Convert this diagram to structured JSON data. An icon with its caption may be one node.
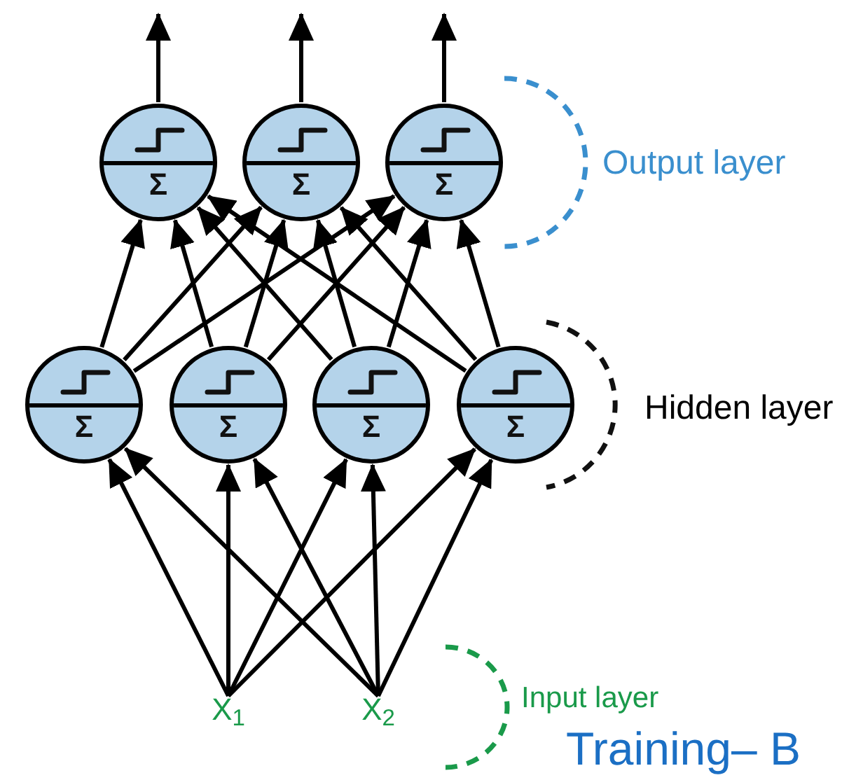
{
  "diagram": {
    "nodes": [
      {
        "text": [
          "Σ"
        ]
      },
      {
        "text": [
          "Σ"
        ]
      },
      {
        "text": [
          "Σ"
        ]
      },
      {
        "text": [
          "Σ"
        ]
      },
      {
        "text": [
          "Σ"
        ]
      },
      {
        "text": [
          "Σ"
        ]
      },
      {
        "text": [
          "Σ"
        ]
      },
      {
        "text": [
          "X$_{1}$"
        ]
      },
      {
        "text": [
          "X$_{2}$"
        ]
      }
    ],
    "edges": [
      {
        "from": 0,
        "to": null,
        "arrow": "to"
      },
      {
        "from": 1,
        "to": null,
        "arrow": "to"
      },
      {
        "from": 2,
        "to": null,
        "arrow": "to"
      },
      {
        "from": 3,
        "to": 0,
        "arrow": "to"
      },
      {
        "from": 3,
        "to": 1,
        "arrow": "to"
      },
      {
        "from": 3,
        "to": 2,
        "arrow": "to"
      },
      {
        "from": 4,
        "to": 0,
        "arrow": "to"
      },
      {
        "from": 4,
        "to": 1,
        "arrow": "to"
      },
      {
        "from": 4,
        "to": 2,
        "arrow": "to"
      },
      {
        "from": 5,
        "to": 0,
        "arrow": "to"
      },
      {
        "from": 5,
        "to": 1,
        "arrow": "to"
      },
      {
        "from": 5,
        "to": 2,
        "arrow": "to"
      },
      {
        "from": 6,
        "to": 0,
        "arrow": "to"
      },
      {
        "from": 6,
        "to": 1,
        "arrow": "to"
      },
      {
        "from": 6,
        "to": 2,
        "arrow": "to"
      },
      {
        "from": 7,
        "to": 3,
        "arrow": "to"
      },
      {
        "from": 7,
        "to": 4,
        "arrow": "to"
      },
      {
        "from": 7,
        "to": 5,
        "arrow": "to"
      },
      {
        "from": 7,
        "to": 6,
        "arrow": "to"
      },
      {
        "from": 8,
        "to": 3,
        "arrow": "to"
      },
      {
        "from": 8,
        "to": 4,
        "arrow": "to"
      },
      {
        "from": 8,
        "to": 5,
        "arrow": "to"
      },
      {
        "from": 8,
        "to": 6,
        "arrow": "to"
      }
    ],
    "labels": [
      "Output layer",
      "Hidden layer",
      "Input layer",
      "Training– B"
    ]
  }
}
